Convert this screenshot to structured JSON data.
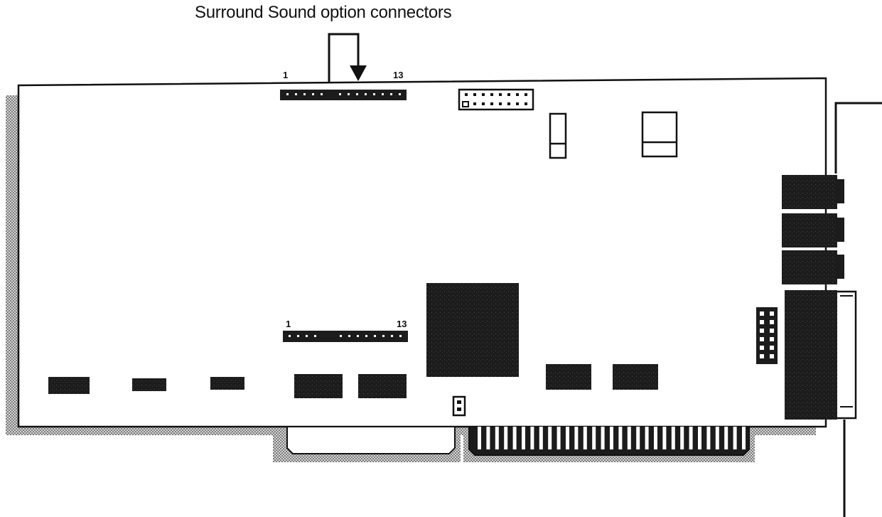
{
  "callout": {
    "title": "Surround Sound option connectors"
  },
  "connectors": {
    "top": {
      "pin_start": "1",
      "pin_end": "13"
    },
    "bottom": {
      "pin_start": "1",
      "pin_end": "13"
    }
  },
  "colors": {
    "ink": "#111111",
    "chip": "#1c1c1c",
    "shadow": "#8c8c8c",
    "board": "#ffffff"
  }
}
